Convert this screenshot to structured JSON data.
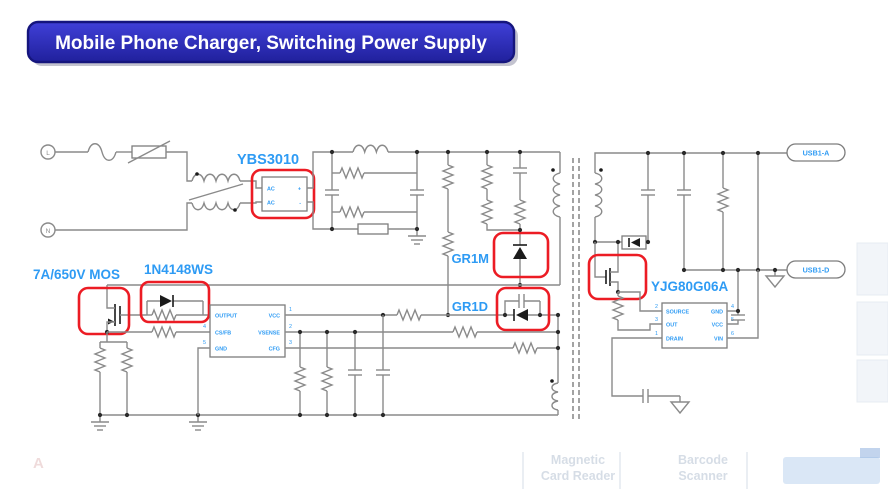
{
  "title": "Mobile Phone Charger, Switching Power Supply",
  "colors": {
    "banner_blue": "#2b2bb8",
    "label_blue": "#2e9bf4",
    "highlight_red": "#ec1c24",
    "wire_gray": "#8a8a8a"
  },
  "terminals": {
    "line": "L",
    "neutral": "N",
    "usb_a": "USB1-A",
    "usb_d": "USB1-D"
  },
  "components": {
    "bridge_label": "YBS3010",
    "bridge_pins": {
      "in1": "AC",
      "in2": "AC",
      "out_pos": "+",
      "out_neg": "-"
    },
    "clamp_diode": "GR1M",
    "vcc_diode": "GR1D",
    "mosfet": "7A/650V MOS",
    "gate_diode": "1N4148WS",
    "sync_rect_ic": "YJG80G06A"
  },
  "controller": {
    "pins_left": [
      {
        "name": "OUTPUT"
      },
      {
        "name": "CS/FB",
        "num": "4"
      },
      {
        "name": "GND",
        "num": "5"
      }
    ],
    "pins_right": [
      {
        "name": "VCC",
        "num": "1"
      },
      {
        "name": "VSENSE",
        "num": "2"
      },
      {
        "name": "CFG",
        "num": "3"
      }
    ]
  },
  "sync_ic": {
    "pins_left": [
      {
        "name": "SOURCE",
        "num": "2"
      },
      {
        "name": "OUT",
        "num": "3"
      },
      {
        "name": "DRAIN",
        "num": "1"
      }
    ],
    "pins_right": [
      {
        "name": "GND",
        "num": "4"
      },
      {
        "name": "VCC",
        "num": "5"
      },
      {
        "name": "VIN",
        "num": "6"
      }
    ]
  },
  "ghost": {
    "magnetic_line1": "Magnetic",
    "magnetic_line2": "Card Reader",
    "barcode_line1": "Barcode",
    "barcode_line2": "Scanner",
    "letter": "A"
  }
}
